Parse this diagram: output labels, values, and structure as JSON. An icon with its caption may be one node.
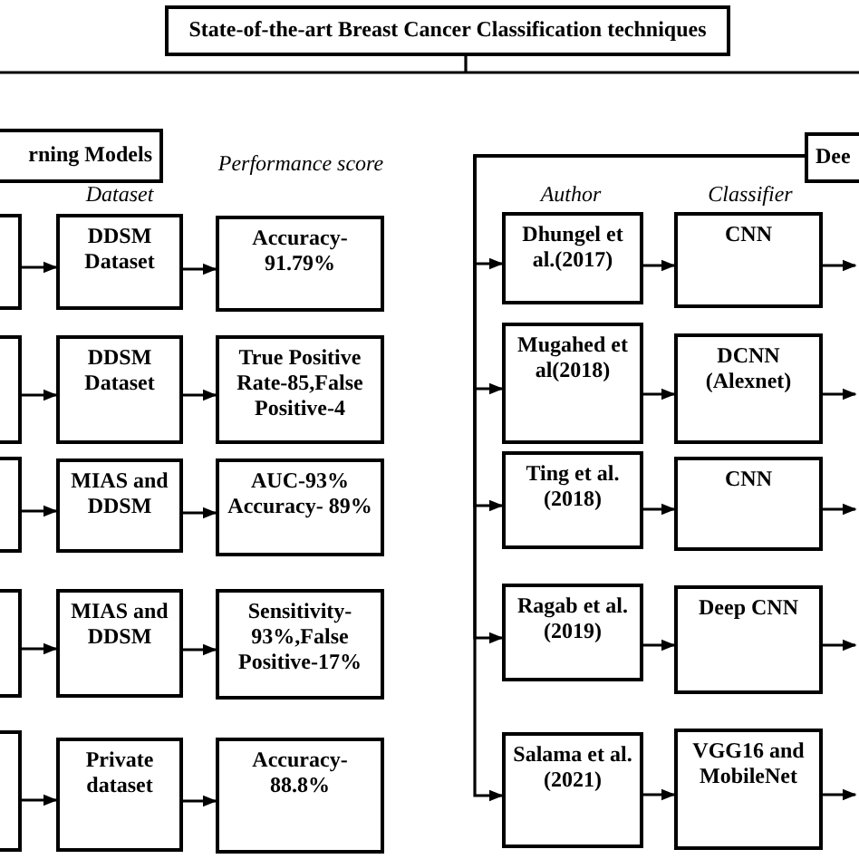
{
  "diagram": {
    "nodes": [
      {
        "text": [
          "State-of-the-art Breast Cancer Classification techniques"
        ]
      },
      {
        "text": [
          "rning Models"
        ]
      },
      {
        "text": [
          "Dee"
        ]
      },
      {
        "text": [],
        "shape": "box"
      },
      {
        "text": [
          "DDSM Dataset"
        ]
      },
      {
        "text": [
          "Accuracy- 91.79%"
        ]
      },
      {
        "text": [],
        "shape": "box"
      },
      {
        "text": [
          "DDSM Dataset"
        ]
      },
      {
        "text": [
          "True Positive Rate-85,False Positive-4"
        ]
      },
      {
        "text": [],
        "shape": "box"
      },
      {
        "text": [
          "MIAS and DDSM"
        ]
      },
      {
        "text": [
          "AUC-93% Accuracy- 89%"
        ]
      },
      {
        "text": [],
        "shape": "box"
      },
      {
        "text": [
          "MIAS and DDSM"
        ]
      },
      {
        "text": [
          "Sensitivity- 93%,False Positive-17%"
        ]
      },
      {
        "text": [],
        "shape": "box"
      },
      {
        "text": [
          "Private dataset"
        ]
      },
      {
        "text": [
          "Accuracy- 88.8%"
        ]
      },
      {
        "text": [
          "Dhungel et al.(2017)"
        ]
      },
      {
        "text": [
          "CNN"
        ]
      },
      {
        "text": [
          "Mugahed et al(2018)"
        ]
      },
      {
        "text": [
          "DCNN (Alexnet)"
        ]
      },
      {
        "text": [
          "Ting et al. (2018)"
        ]
      },
      {
        "text": [
          "CNN"
        ]
      },
      {
        "text": [
          "Ragab et al. (2019)"
        ]
      },
      {
        "text": [
          "Deep CNN"
        ]
      },
      {
        "text": [
          "Salama et al.(2021)"
        ]
      },
      {
        "text": [
          "VGG16 and MobileNet"
        ]
      }
    ],
    "edges": [
      {
        "from": 0,
        "to": null,
        "arrow": "none"
      },
      {
        "from": 3,
        "to": 4,
        "arrow": "to"
      },
      {
        "from": 4,
        "to": 5,
        "arrow": "to"
      },
      {
        "from": 6,
        "to": 7,
        "arrow": "to"
      },
      {
        "from": 7,
        "to": 8,
        "arrow": "to"
      },
      {
        "from": 9,
        "to": 10,
        "arrow": "to"
      },
      {
        "from": 10,
        "to": 11,
        "arrow": "to"
      },
      {
        "from": 12,
        "to": 13,
        "arrow": "to"
      },
      {
        "from": 13,
        "to": 14,
        "arrow": "to"
      },
      {
        "from": 15,
        "to": 16,
        "arrow": "to"
      },
      {
        "from": 16,
        "to": 17,
        "arrow": "to"
      },
      {
        "from": 2,
        "to": 18,
        "arrow": "to"
      },
      {
        "from": 2,
        "to": 20,
        "arrow": "to"
      },
      {
        "from": 2,
        "to": 22,
        "arrow": "to"
      },
      {
        "from": 2,
        "to": 24,
        "arrow": "to"
      },
      {
        "from": 2,
        "to": 26,
        "arrow": "to"
      },
      {
        "from": 18,
        "to": 19,
        "arrow": "to"
      },
      {
        "from": 20,
        "to": 21,
        "arrow": "to"
      },
      {
        "from": 22,
        "to": 23,
        "arrow": "to"
      },
      {
        "from": 24,
        "to": 25,
        "arrow": "to"
      },
      {
        "from": 26,
        "to": 27,
        "arrow": "to"
      },
      {
        "from": 19,
        "to": null,
        "arrow": "to"
      },
      {
        "from": 21,
        "to": null,
        "arrow": "to"
      },
      {
        "from": 23,
        "to": null,
        "arrow": "to"
      },
      {
        "from": 25,
        "to": null,
        "arrow": "to"
      },
      {
        "from": 27,
        "to": null,
        "arrow": "to"
      }
    ],
    "labels": [
      "Dataset",
      "Performance score",
      "Author",
      "Classifier"
    ]
  }
}
